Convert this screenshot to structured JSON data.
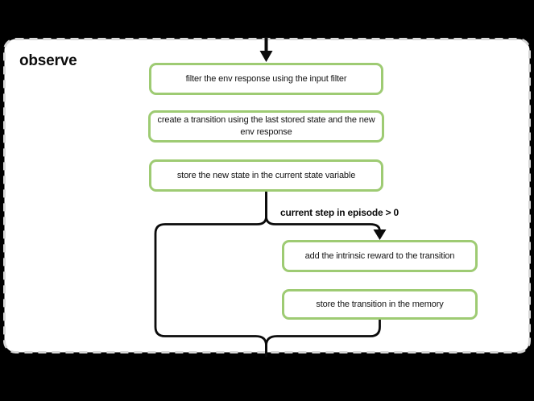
{
  "diagram": {
    "title": "observe",
    "nodes": [
      {
        "id": "filter-env-response",
        "label": "filter the env response using the input filter"
      },
      {
        "id": "create-transition",
        "label": "create a transition using the last stored state and the new env response"
      },
      {
        "id": "store-new-state",
        "label": "store the new state in the current state variable"
      },
      {
        "id": "add-intrinsic-reward",
        "label": "add the intrinsic reward to the transition"
      },
      {
        "id": "store-transition",
        "label": "store the transition in the memory"
      }
    ],
    "condition_label": "current step in episode > 0",
    "colors": {
      "canvas_bg": "#000000",
      "panel_bg": "#ffffff",
      "panel_border": "#d8d8d8",
      "node_border": "#9ecb73",
      "connector": "#0b0b0b"
    }
  }
}
